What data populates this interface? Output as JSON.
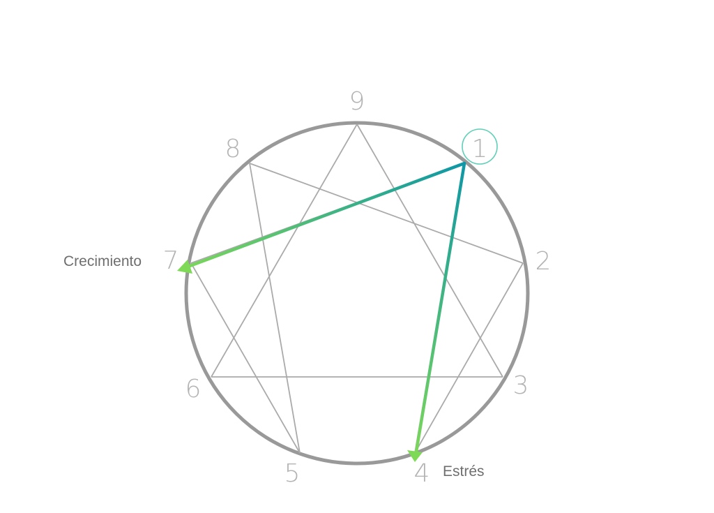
{
  "diagram": {
    "points": [
      {
        "id": "9",
        "label": "9"
      },
      {
        "id": "1",
        "label": "1",
        "highlighted": true
      },
      {
        "id": "2",
        "label": "2"
      },
      {
        "id": "3",
        "label": "3"
      },
      {
        "id": "4",
        "label": "4"
      },
      {
        "id": "5",
        "label": "5"
      },
      {
        "id": "6",
        "label": "6"
      },
      {
        "id": "7",
        "label": "7"
      },
      {
        "id": "8",
        "label": "8"
      }
    ],
    "inner_lines": [
      [
        "9",
        "3"
      ],
      [
        "3",
        "6"
      ],
      [
        "6",
        "9"
      ],
      [
        "1",
        "4"
      ],
      [
        "4",
        "2"
      ],
      [
        "2",
        "8"
      ],
      [
        "8",
        "5"
      ],
      [
        "5",
        "7"
      ],
      [
        "7",
        "1"
      ]
    ],
    "arrows": [
      {
        "from": "1",
        "to": "7",
        "label": "Crecimiento"
      },
      {
        "from": "1",
        "to": "4",
        "label": "Estrés"
      }
    ],
    "colors": {
      "circle": "#999999",
      "lines": "#aaaaaa",
      "numbers": "#b3b3b3",
      "highlight_ring": "#5fcfb8",
      "arrow_start": "#0e97a6",
      "arrow_end": "#7ed957",
      "labels": "#6e6e6e"
    }
  }
}
